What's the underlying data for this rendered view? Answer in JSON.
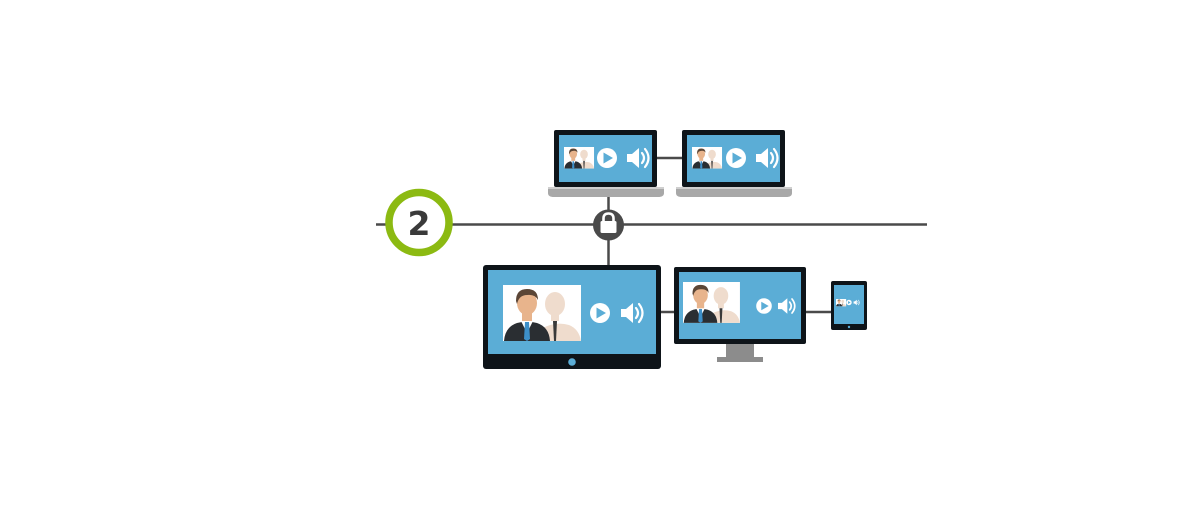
{
  "step": {
    "number": "2"
  },
  "colors": {
    "accent": "#8cba12",
    "line": "#4a4a4a",
    "screen": "#5badd6",
    "bezel": "#0e1419",
    "stand": "#8c8c8c",
    "laptop_base": "#a8a8a8",
    "skin": "#e8b48c",
    "suit": "#2a2e32",
    "tie": "#3d8fc8",
    "ghost": "#efdccd"
  },
  "icons": {
    "lock": "padlock-icon",
    "play": "play-icon",
    "volume": "speaker-volume-icon",
    "person": "businessman-icon"
  },
  "devices": [
    {
      "type": "laptop"
    },
    {
      "type": "laptop"
    },
    {
      "type": "tv"
    },
    {
      "type": "desktop-monitor"
    },
    {
      "type": "tablet"
    }
  ]
}
